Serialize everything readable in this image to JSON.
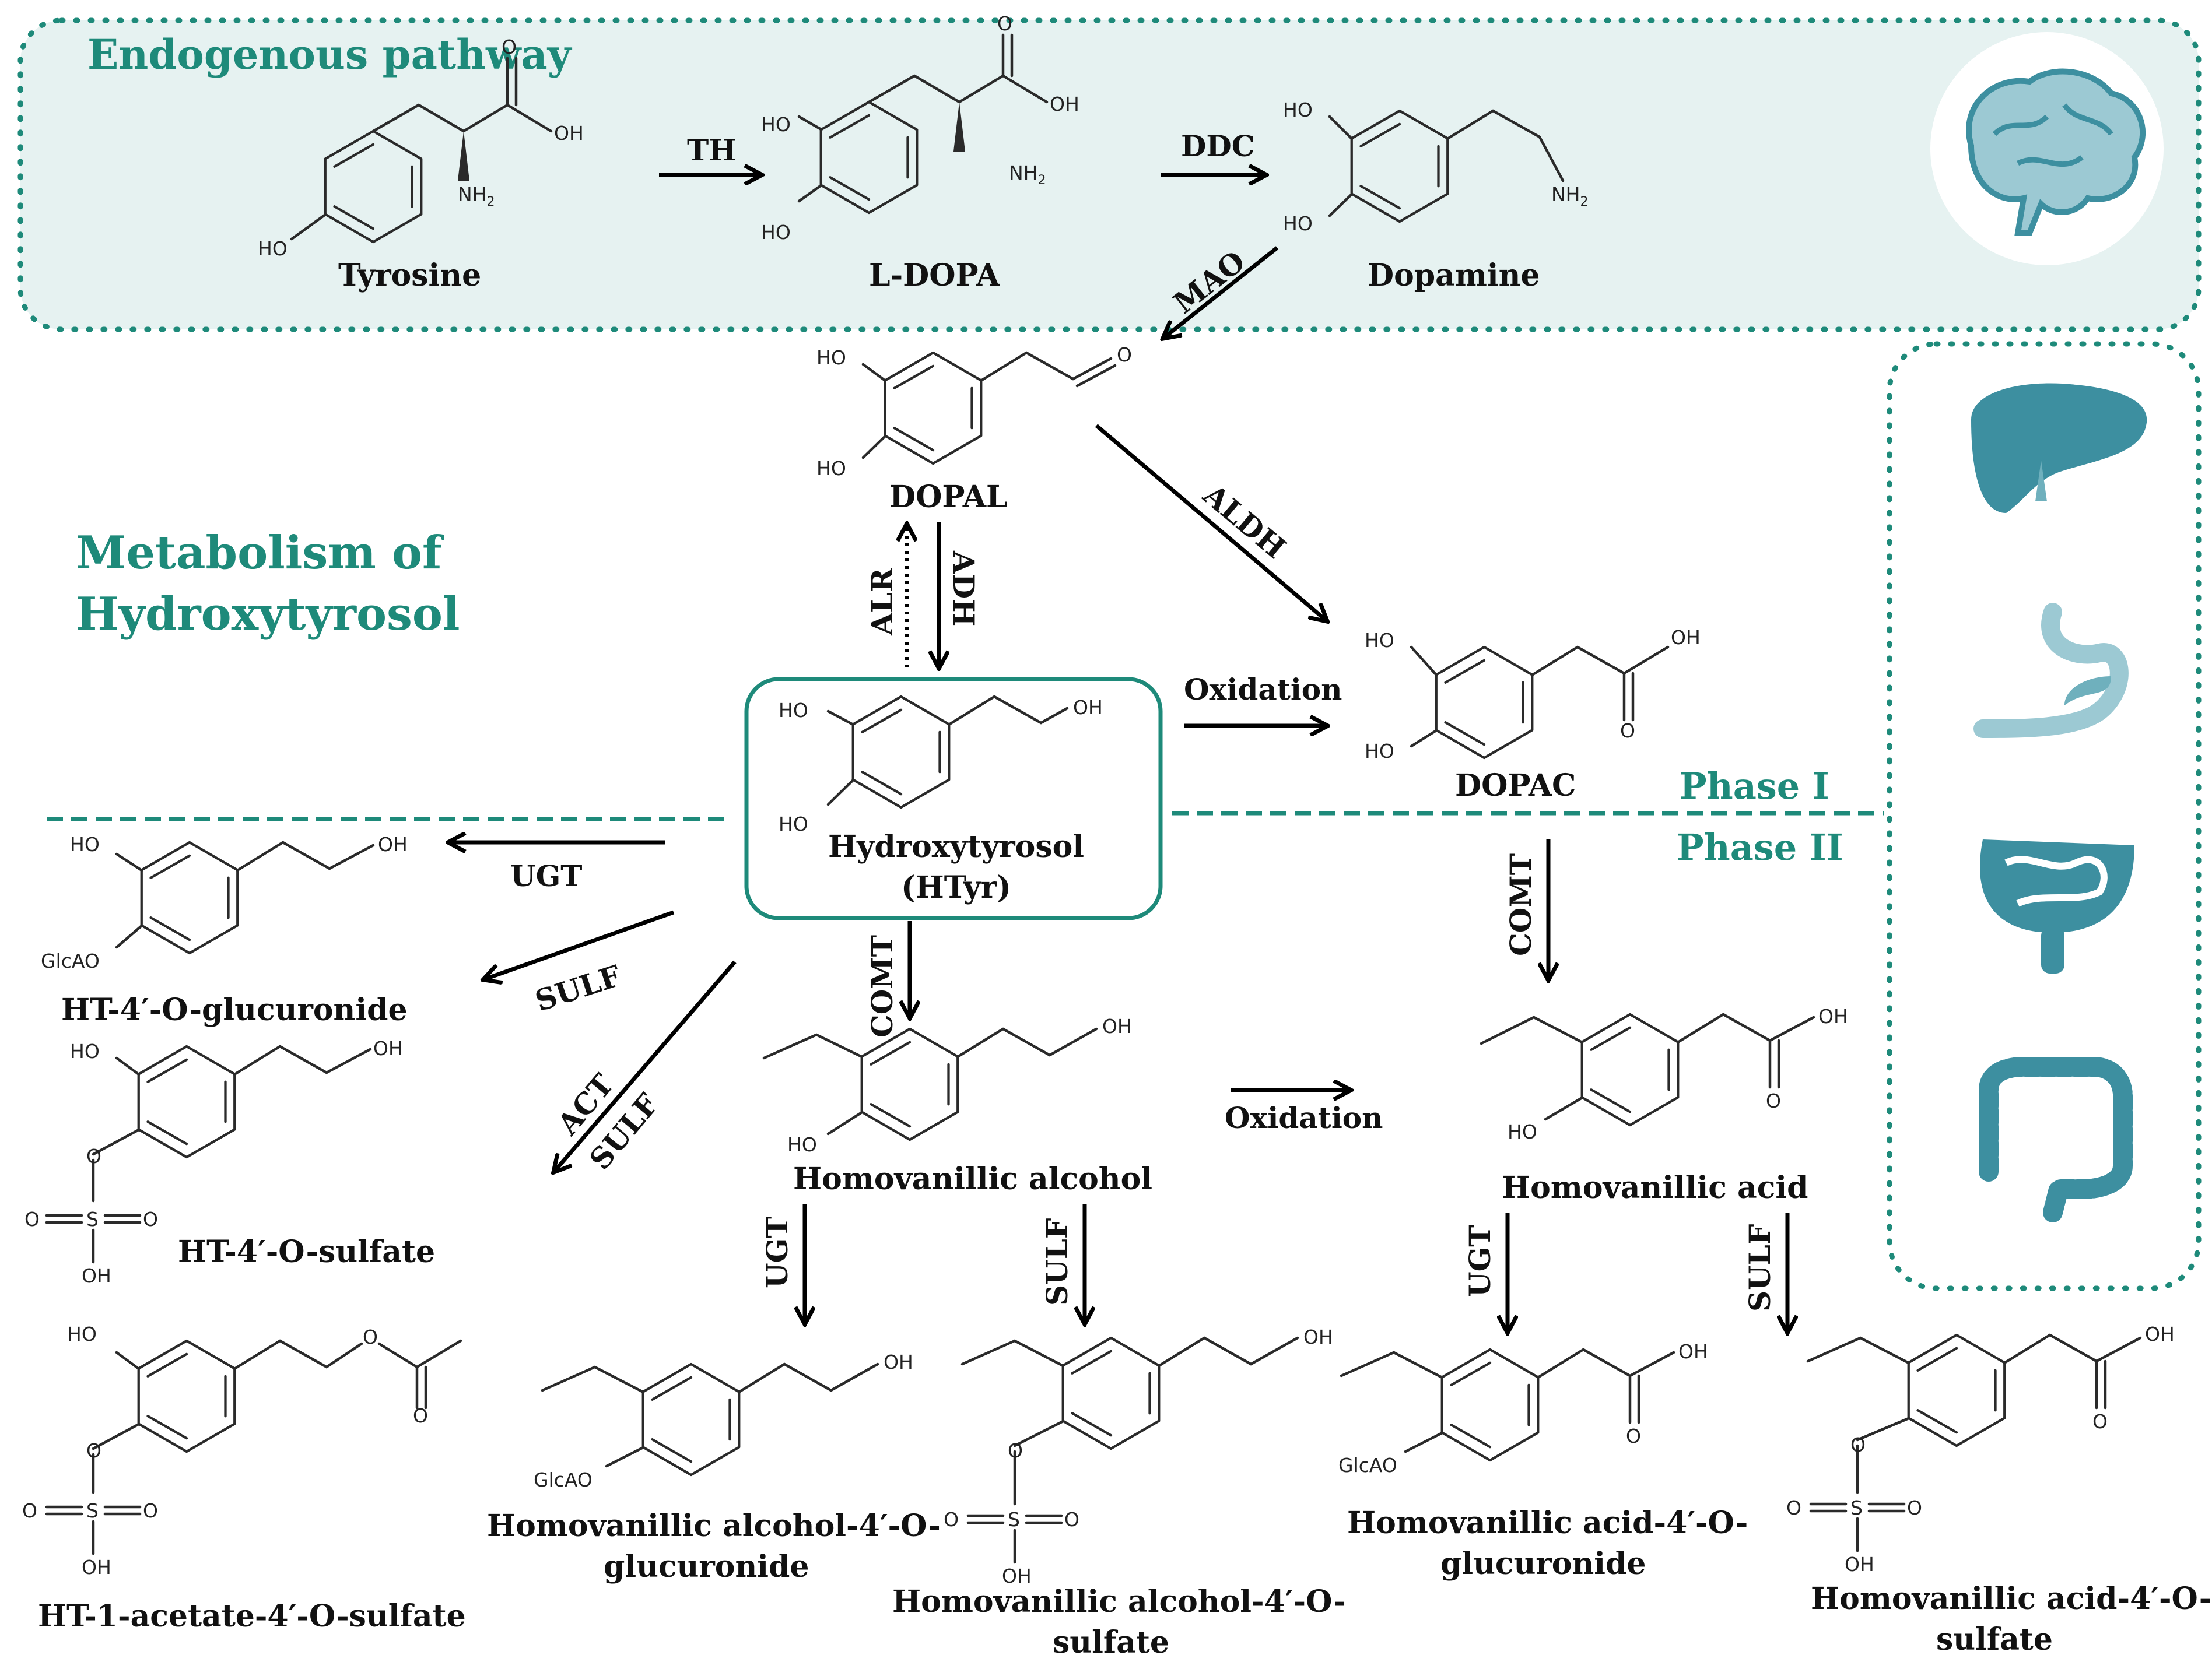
{
  "titles": {
    "endogenous": "Endogenous pathway",
    "metabolism_line1": "Metabolism of",
    "metabolism_line2": "Hydroxytyrosol",
    "phase1": "Phase I",
    "phase2": "Phase II"
  },
  "compounds": {
    "tyrosine": "Tyrosine",
    "ldopa": "L-DOPA",
    "dopamine": "Dopamine",
    "dopal": "DOPAL",
    "dopac": "DOPAC",
    "htyr_line1": "Hydroxytyrosol",
    "htyr_line2": "(HTyr)",
    "ht_gluc": "HT-4′-O-glucuronide",
    "ht_sulf": "HT-4′-O-sulfate",
    "ht_acet_sulf": "HT-1-acetate-4′-O-sulfate",
    "hv_alcohol": "Homovanillic alcohol",
    "hv_acid": "Homovanillic acid",
    "hva_gluc_line1": "Homovanillic alcohol-4′-O-",
    "hva_gluc_line2": "glucuronide",
    "hva_sulf_line1": "Homovanillic alcohol-4′-O-",
    "hva_sulf_line2": "sulfate",
    "hvacid_gluc_line1": "Homovanillic acid-4′-O-",
    "hvacid_gluc_line2": "glucuronide",
    "hvacid_sulf_line1": "Homovanillic acid-4′-O-",
    "hvacid_sulf_line2": "sulfate"
  },
  "enzymes": {
    "th": "TH",
    "ddc": "DDC",
    "mao": "MAO",
    "aldh": "ALDH",
    "alr": "ALR",
    "adh": "ADH",
    "oxidation1": "Oxidation",
    "oxidation2": "Oxidation",
    "ugt_ht": "UGT",
    "sulf_ht": "SULF",
    "act": "ACT",
    "sulf_act": "SULF",
    "comt_ht": "COMT",
    "comt_dopac": "COMT",
    "ugt_hva": "UGT",
    "sulf_hva": "SULF",
    "ugt_hvacid": "UGT",
    "sulf_hvacid": "SULF"
  },
  "atoms": {
    "oh": "OH",
    "ho": "HO",
    "o": "O",
    "nh2": "NH",
    "nh2_sub": "2",
    "s": "S",
    "glcao": "GlcAO"
  },
  "organs": [
    "brain-icon",
    "liver-icon",
    "stomach-icon",
    "small-intestine-icon",
    "colon-icon"
  ],
  "colors": {
    "accent": "#1e8a7a",
    "panel": "#e6f2f1",
    "icon": "#3d8fa0",
    "icon_light": "#6fb0bd"
  }
}
